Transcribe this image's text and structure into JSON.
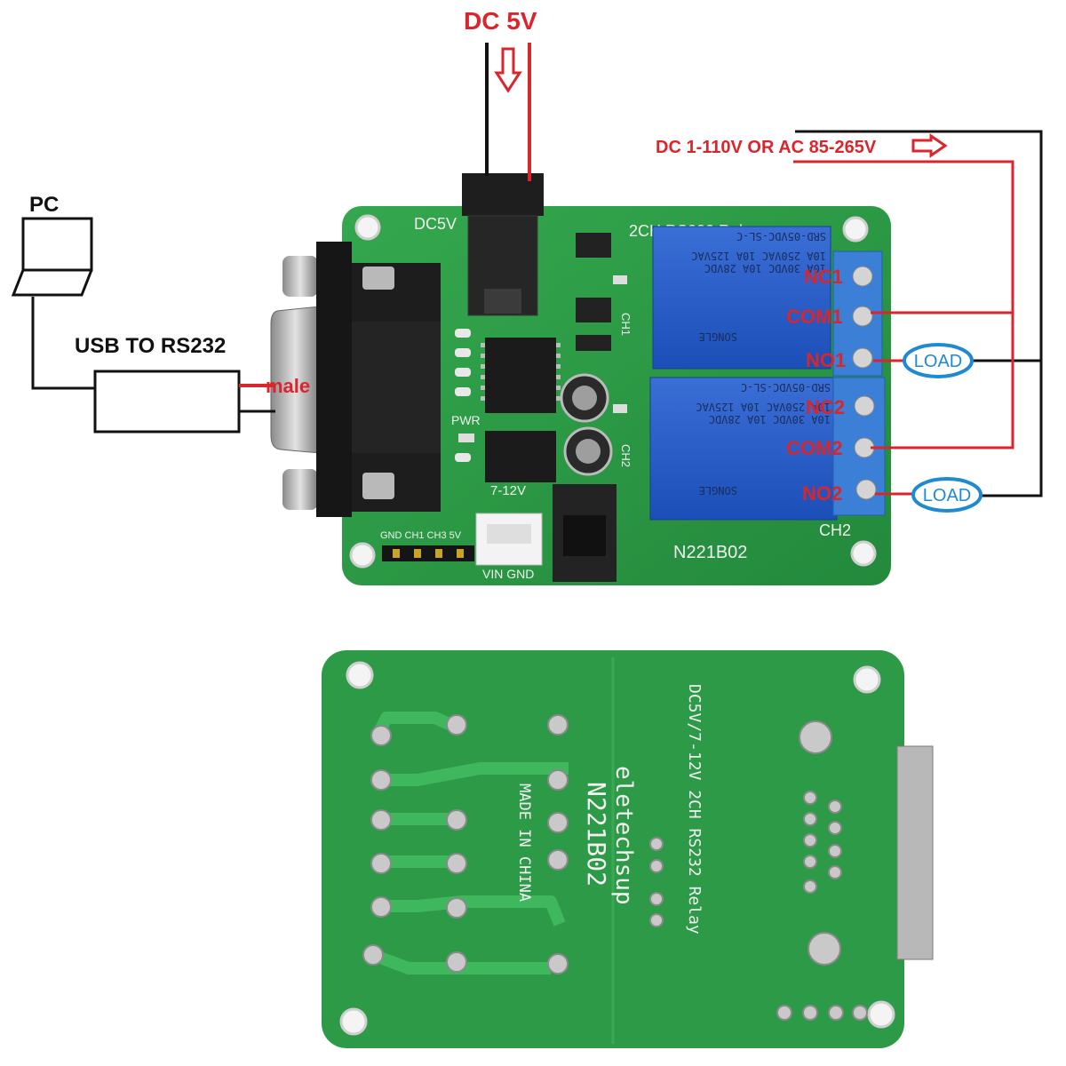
{
  "power_input": {
    "label": "DC 5V"
  },
  "load_supply": {
    "label": "DC 1-110V OR AC 85-265V"
  },
  "pc": {
    "label": "PC"
  },
  "adapter": {
    "label": "USB TO RS232",
    "connector_note": "male"
  },
  "terminals": {
    "ch1": [
      "NC1",
      "COM1",
      "NO1"
    ],
    "ch2": [
      "NC2",
      "COM2",
      "NO2"
    ]
  },
  "loads": [
    "LOAD",
    "LOAD"
  ],
  "board_front": {
    "power_jack_silk": "DC5V",
    "title_silk": "2CH RS232 Relay",
    "pwr_led_silk": "PWR",
    "ch1_led_silk": "CH1",
    "ch2_led_silk": "CH2",
    "terminal_silk": "CH2",
    "vin_range_silk": "7-12V",
    "header_pins_silk": "GND CH1 CH3 5V",
    "vin_connector_silk": "VIN  GND",
    "model_silk": "N221B02",
    "relay_model": "SRD-05VDC-SL-C",
    "relay_spec_1": "10A 250VAC  10A 125VAC",
    "relay_spec_2": "10A 30VDC  10A 28VDC",
    "relay_brand": "SONGLE"
  },
  "board_back": {
    "brand": "eletechsup",
    "model": "N221B02",
    "origin": "MADE IN CHINA",
    "description": "DC5V/7-12V 2CH RS232 Relay"
  },
  "colors": {
    "pcb_green": "#2fa04a",
    "wire_red": "#d9262c",
    "wire_black": "#111111",
    "relay_blue": "#2358c4",
    "terminal_blue": "#3b7fd6",
    "load_ellipse": "#1f8ad0"
  }
}
